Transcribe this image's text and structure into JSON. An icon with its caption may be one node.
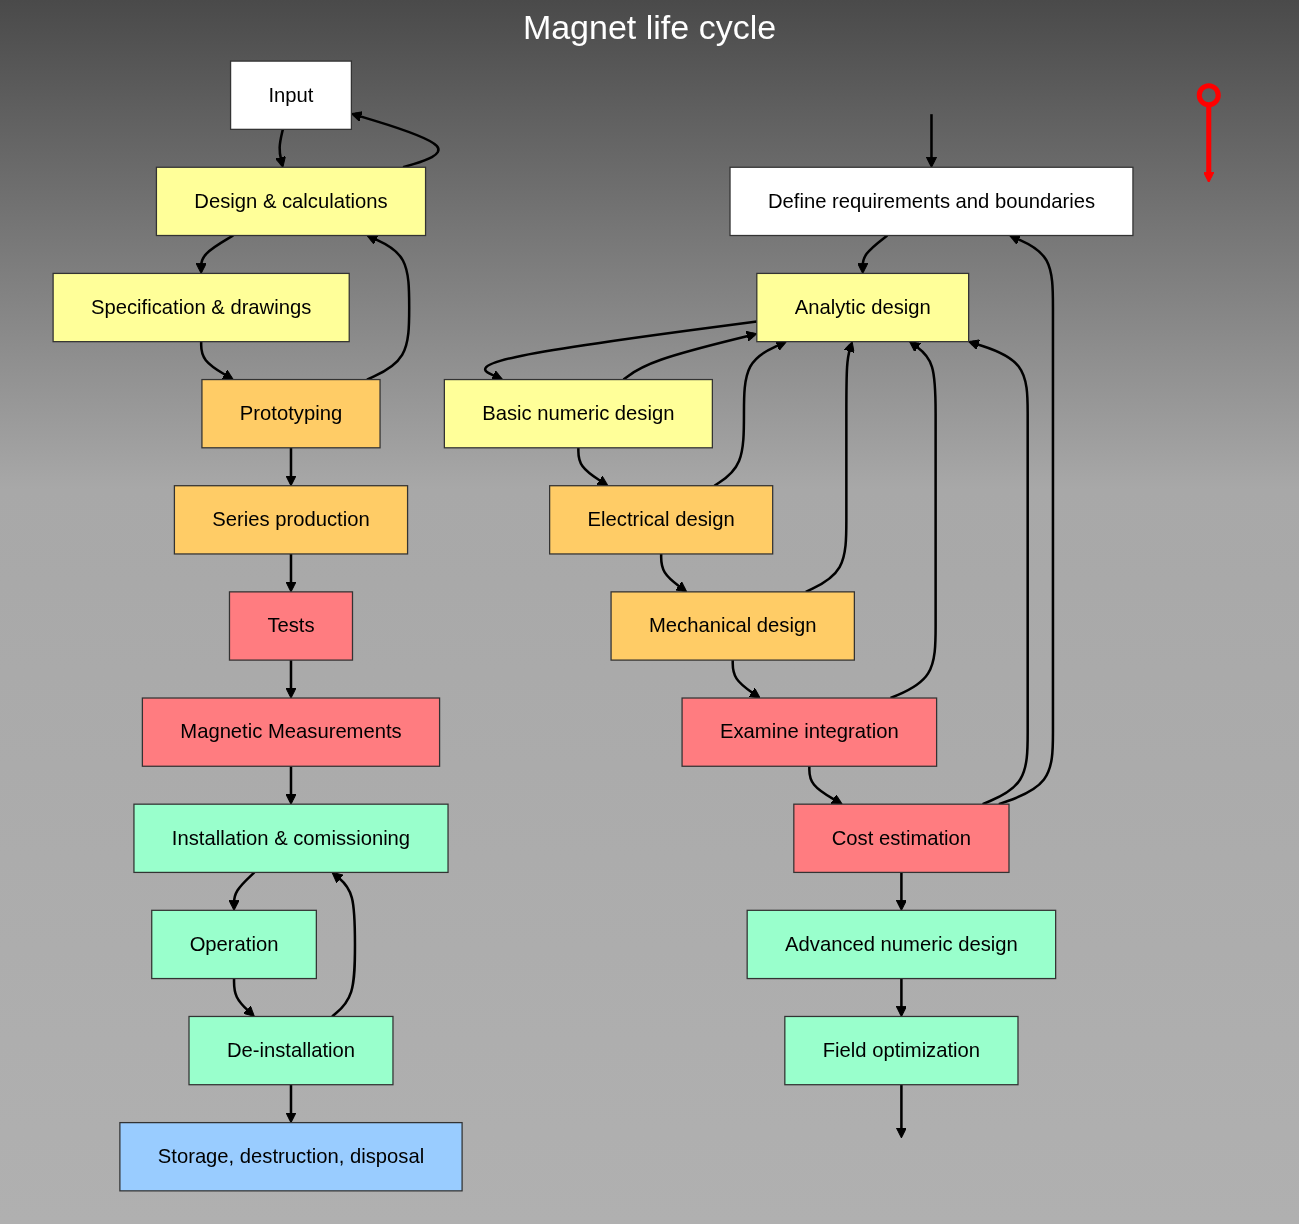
{
  "diagram": {
    "title": "Magnet life cycle",
    "nodes": [
      {
        "text": [
          "Input"
        ]
      },
      {
        "text": [
          "Design & calculations"
        ]
      },
      {
        "text": [
          "Specification & drawings"
        ]
      },
      {
        "text": [
          "Prototyping"
        ]
      },
      {
        "text": [
          "Series production"
        ]
      },
      {
        "text": [
          "Tests"
        ]
      },
      {
        "text": [
          "Magnetic Measurements"
        ]
      },
      {
        "text": [
          "Installation & comissioning"
        ]
      },
      {
        "text": [
          "Operation"
        ]
      },
      {
        "text": [
          "De-installation"
        ]
      },
      {
        "text": [
          "Storage, destruction, disposal"
        ]
      },
      {
        "text": [
          "Define requirements and boundaries"
        ]
      },
      {
        "text": [
          "Analytic design"
        ]
      },
      {
        "text": [
          "Basic numeric design"
        ]
      },
      {
        "text": [
          "Electrical design"
        ]
      },
      {
        "text": [
          "Mechanical design"
        ]
      },
      {
        "text": [
          "Examine integration"
        ]
      },
      {
        "text": [
          "Cost estimation"
        ]
      },
      {
        "text": [
          "Advanced numeric design"
        ]
      },
      {
        "text": [
          "Field optimization"
        ]
      },
      {
        "text": [],
        "shape": "ellipse"
      }
    ],
    "edges": [
      {
        "from": 0,
        "to": 1,
        "arrow": "to"
      },
      {
        "from": 1,
        "to": 2,
        "arrow": "to"
      },
      {
        "from": 2,
        "to": 3,
        "arrow": "to"
      },
      {
        "from": 3,
        "to": 4,
        "arrow": "to"
      },
      {
        "from": 4,
        "to": 5,
        "arrow": "to"
      },
      {
        "from": 5,
        "to": 6,
        "arrow": "to"
      },
      {
        "from": 6,
        "to": 7,
        "arrow": "to"
      },
      {
        "from": 7,
        "to": 8,
        "arrow": "to"
      },
      {
        "from": 8,
        "to": 9,
        "arrow": "to"
      },
      {
        "from": 9,
        "to": 10,
        "arrow": "to"
      },
      {
        "from": 1,
        "to": 0,
        "arrow": "to"
      },
      {
        "from": 3,
        "to": 1,
        "arrow": "to"
      },
      {
        "from": 9,
        "to": 7,
        "arrow": "to"
      },
      {
        "from": null,
        "to": 11,
        "arrow": "to"
      },
      {
        "from": 11,
        "to": 12,
        "arrow": "to"
      },
      {
        "from": 12,
        "to": 13,
        "arrow": "to"
      },
      {
        "from": 13,
        "to": 14,
        "arrow": "to"
      },
      {
        "from": 14,
        "to": 15,
        "arrow": "to"
      },
      {
        "from": 15,
        "to": 16,
        "arrow": "to"
      },
      {
        "from": 16,
        "to": 17,
        "arrow": "to"
      },
      {
        "from": 17,
        "to": 18,
        "arrow": "to"
      },
      {
        "from": 18,
        "to": 19,
        "arrow": "to"
      },
      {
        "from": 19,
        "to": null,
        "arrow": "to"
      },
      {
        "from": 13,
        "to": 12,
        "arrow": "to"
      },
      {
        "from": 14,
        "to": 12,
        "arrow": "to"
      },
      {
        "from": 15,
        "to": 12,
        "arrow": "to"
      },
      {
        "from": 16,
        "to": 12,
        "arrow": "to"
      },
      {
        "from": 17,
        "to": 12,
        "arrow": "to"
      },
      {
        "from": 17,
        "to": 11,
        "arrow": "to"
      },
      {
        "from": 20,
        "to": null,
        "arrow": "to",
        "style": "thick",
        "color": "#ff0000"
      }
    ]
  }
}
